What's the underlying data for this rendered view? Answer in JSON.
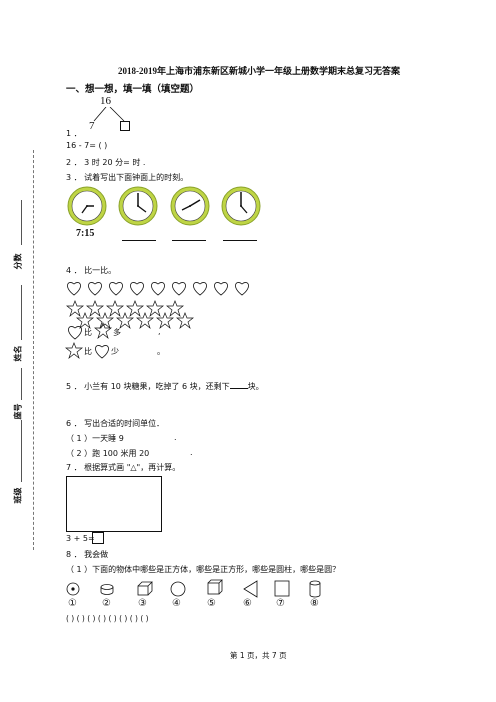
{
  "header": {
    "title": "2018-2019年上海市浦东新区新城小学一年级上册数学期末总复习无答案"
  },
  "section1": {
    "heading": "一、想一想，填一填（填空题）"
  },
  "q1": {
    "num": "1 ．",
    "top": "16",
    "left": "7"
  },
  "q_16_7": {
    "text": "16 - 7= (      )"
  },
  "q2": {
    "text": "2 ． 3 时 20 分=                时 ."
  },
  "q3": {
    "text": "3 ． 试着写出下面钟面上的时刻。",
    "clock1_time": "7:15"
  },
  "q4": {
    "text": "4 ． 比一比。",
    "more_a": "比",
    "more_b": "多",
    "less_a": "比",
    "less_b": "少",
    "comma": ",",
    "period": "。"
  },
  "q5": {
    "text": "5 ． 小兰有 10 块糖果，吃掉了 6 块，还剩下",
    "suffix": "块。"
  },
  "q6": {
    "text": "6 ． 写出合适的时间单位．",
    "a": "（ 1 ）一天睡 9",
    "a_end": ".",
    "b": "（ 2 ）跑 100 米用 20",
    "b_end": "."
  },
  "q7": {
    "text": "7 ． 根据算式画 \"△\"，再计算。",
    "eq": "3 + 5="
  },
  "q8": {
    "text": "8 ． 我会做",
    "sub": "（ 1 ）下面的物体中哪些是正方体，哪些是正方形，哪些是圆柱，哪些是圆？",
    "labels": [
      "①",
      "②",
      "③",
      "④",
      "⑤",
      "⑥",
      "⑦",
      "⑧"
    ],
    "blanks": "(        )  (        )  (        )  (        )  (        )  (        )  (        )  (        )"
  },
  "margin": {
    "score": "分数",
    "name": "姓名",
    "id": "座号",
    "class": "班级"
  },
  "footer": {
    "page": "第 1 页，共 7 页"
  }
}
